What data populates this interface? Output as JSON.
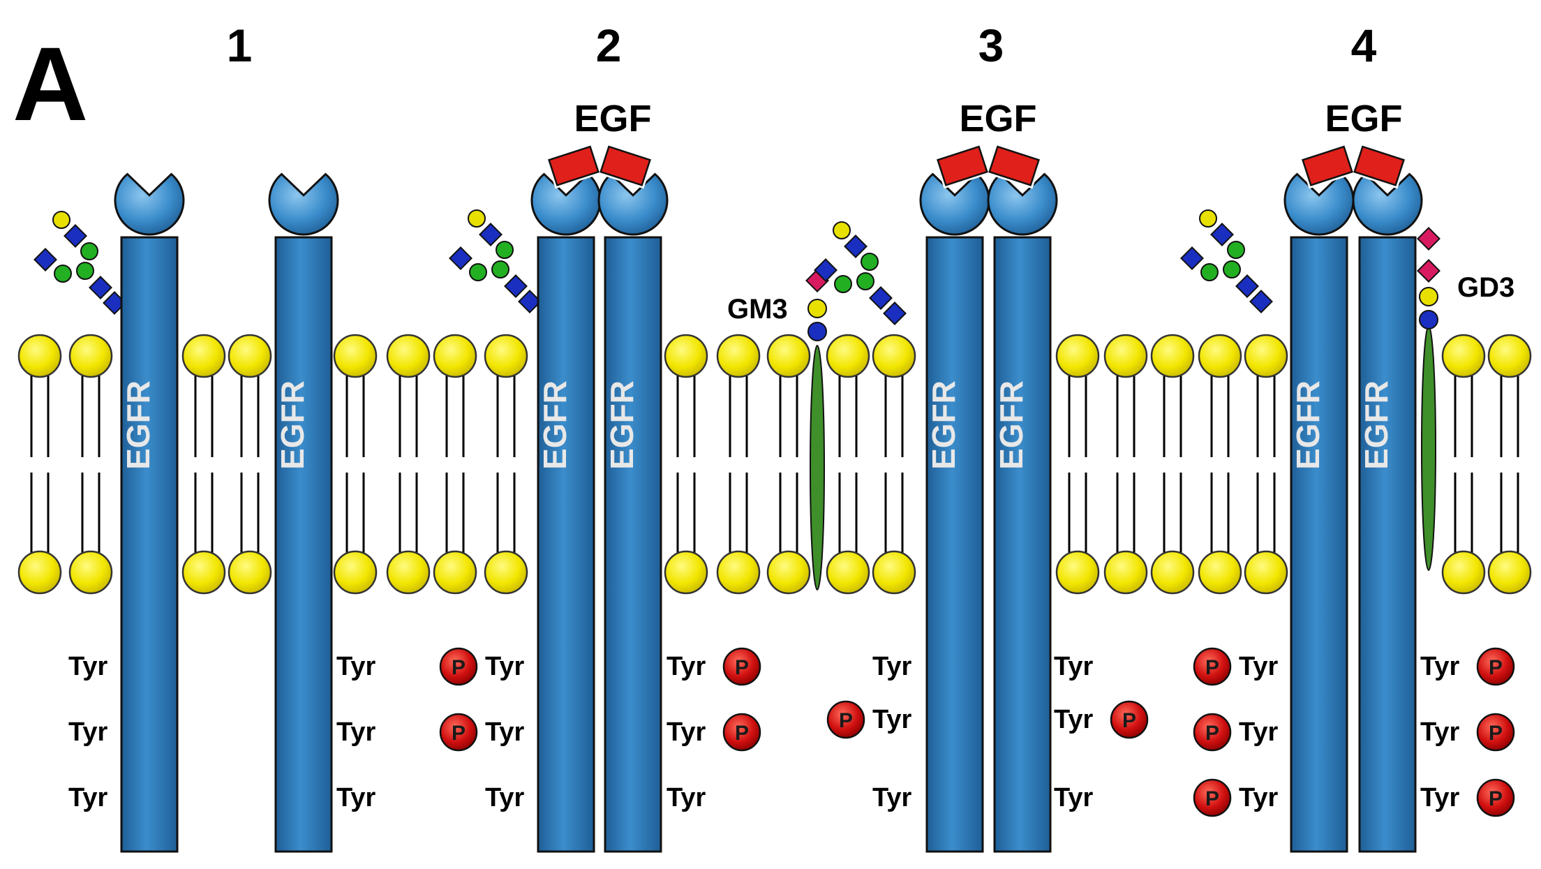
{
  "figure": {
    "panel_letter": "A",
    "states": [
      {
        "number": "1",
        "ligand": ""
      },
      {
        "number": "2",
        "ligand": "EGF"
      },
      {
        "number": "3",
        "ligand": "EGF"
      },
      {
        "number": "4",
        "ligand": "EGF"
      }
    ],
    "receptor_label": "EGFR",
    "residue_label": "Tyr",
    "phospho_label": "P",
    "gangliosides": [
      {
        "name": "GM3"
      },
      {
        "name": "GD3"
      }
    ]
  },
  "colors": {
    "receptor": "#2e7dbb",
    "lipid_head": "#f2e600",
    "ligand": "#e0201a",
    "phospho": "#d01010",
    "glycan_blue": "#1a2fc0",
    "glycan_green": "#22b022",
    "glycan_yellow": "#e8e000",
    "glycan_pink": "#d81b60",
    "ceramide": "#3f8f2a"
  }
}
